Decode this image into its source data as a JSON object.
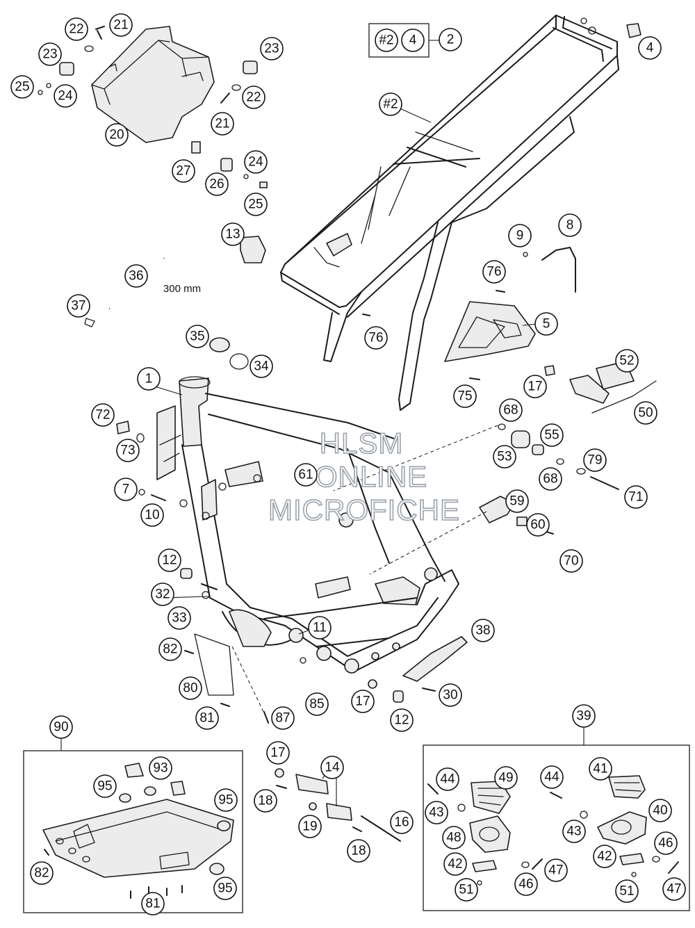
{
  "diagram": {
    "dimension_label": "300 mm",
    "watermark": [
      "HLSM",
      "ONLINE",
      "MICROFICHE"
    ],
    "kit_reference": {
      "kit": "#2",
      "part": "4",
      "callout": "2"
    },
    "frame_reference": "#2"
  },
  "callouts": {
    "c_1": "1",
    "c_2": "2",
    "c_4": "4",
    "c_5": "5",
    "c_7": "7",
    "c_8": "8",
    "c_9": "9",
    "c_10": "10",
    "c_11": "11",
    "c_12a": "12",
    "c_12b": "12",
    "c_13": "13",
    "c_14": "14",
    "c_16": "16",
    "c_17a": "17",
    "c_17b": "17",
    "c_17c": "17",
    "c_18a": "18",
    "c_18b": "18",
    "c_19": "19",
    "c_20": "20",
    "c_21a": "21",
    "c_21b": "21",
    "c_22a": "22",
    "c_22b": "22",
    "c_23a": "23",
    "c_23b": "23",
    "c_24a": "24",
    "c_24b": "24",
    "c_25a": "25",
    "c_25b": "25",
    "c_26": "26",
    "c_27": "27",
    "c_30": "30",
    "c_32": "32",
    "c_33": "33",
    "c_34": "34",
    "c_35": "35",
    "c_36": "36",
    "c_37": "37",
    "c_38": "38",
    "c_39": "39",
    "c_40": "40",
    "c_41": "41",
    "c_42a": "42",
    "c_42b": "42",
    "c_43a": "43",
    "c_43b": "43",
    "c_44a": "44",
    "c_44b": "44",
    "c_46a": "46",
    "c_46b": "46",
    "c_47a": "47",
    "c_47b": "47",
    "c_48": "48",
    "c_49": "49",
    "c_50": "50",
    "c_51a": "51",
    "c_51b": "51",
    "c_52": "52",
    "c_53": "53",
    "c_55": "55",
    "c_59": "59",
    "c_60": "60",
    "c_61": "61",
    "c_68a": "68",
    "c_68b": "68",
    "c_70": "70",
    "c_71": "71",
    "c_72": "72",
    "c_73": "73",
    "c_75": "75",
    "c_76a": "76",
    "c_76b": "76",
    "c_79": "79",
    "c_80": "80",
    "c_81a": "81",
    "c_81b": "81",
    "c_82a": "82",
    "c_82b": "82",
    "c_85": "85",
    "c_87": "87",
    "c_90": "90",
    "c_93": "93",
    "c_95a": "95",
    "c_95b": "95",
    "c_95c": "95"
  },
  "colors": {
    "line": "#1a1a1a",
    "background": "#ffffff",
    "watermark_outline": "#9aa0aa"
  }
}
